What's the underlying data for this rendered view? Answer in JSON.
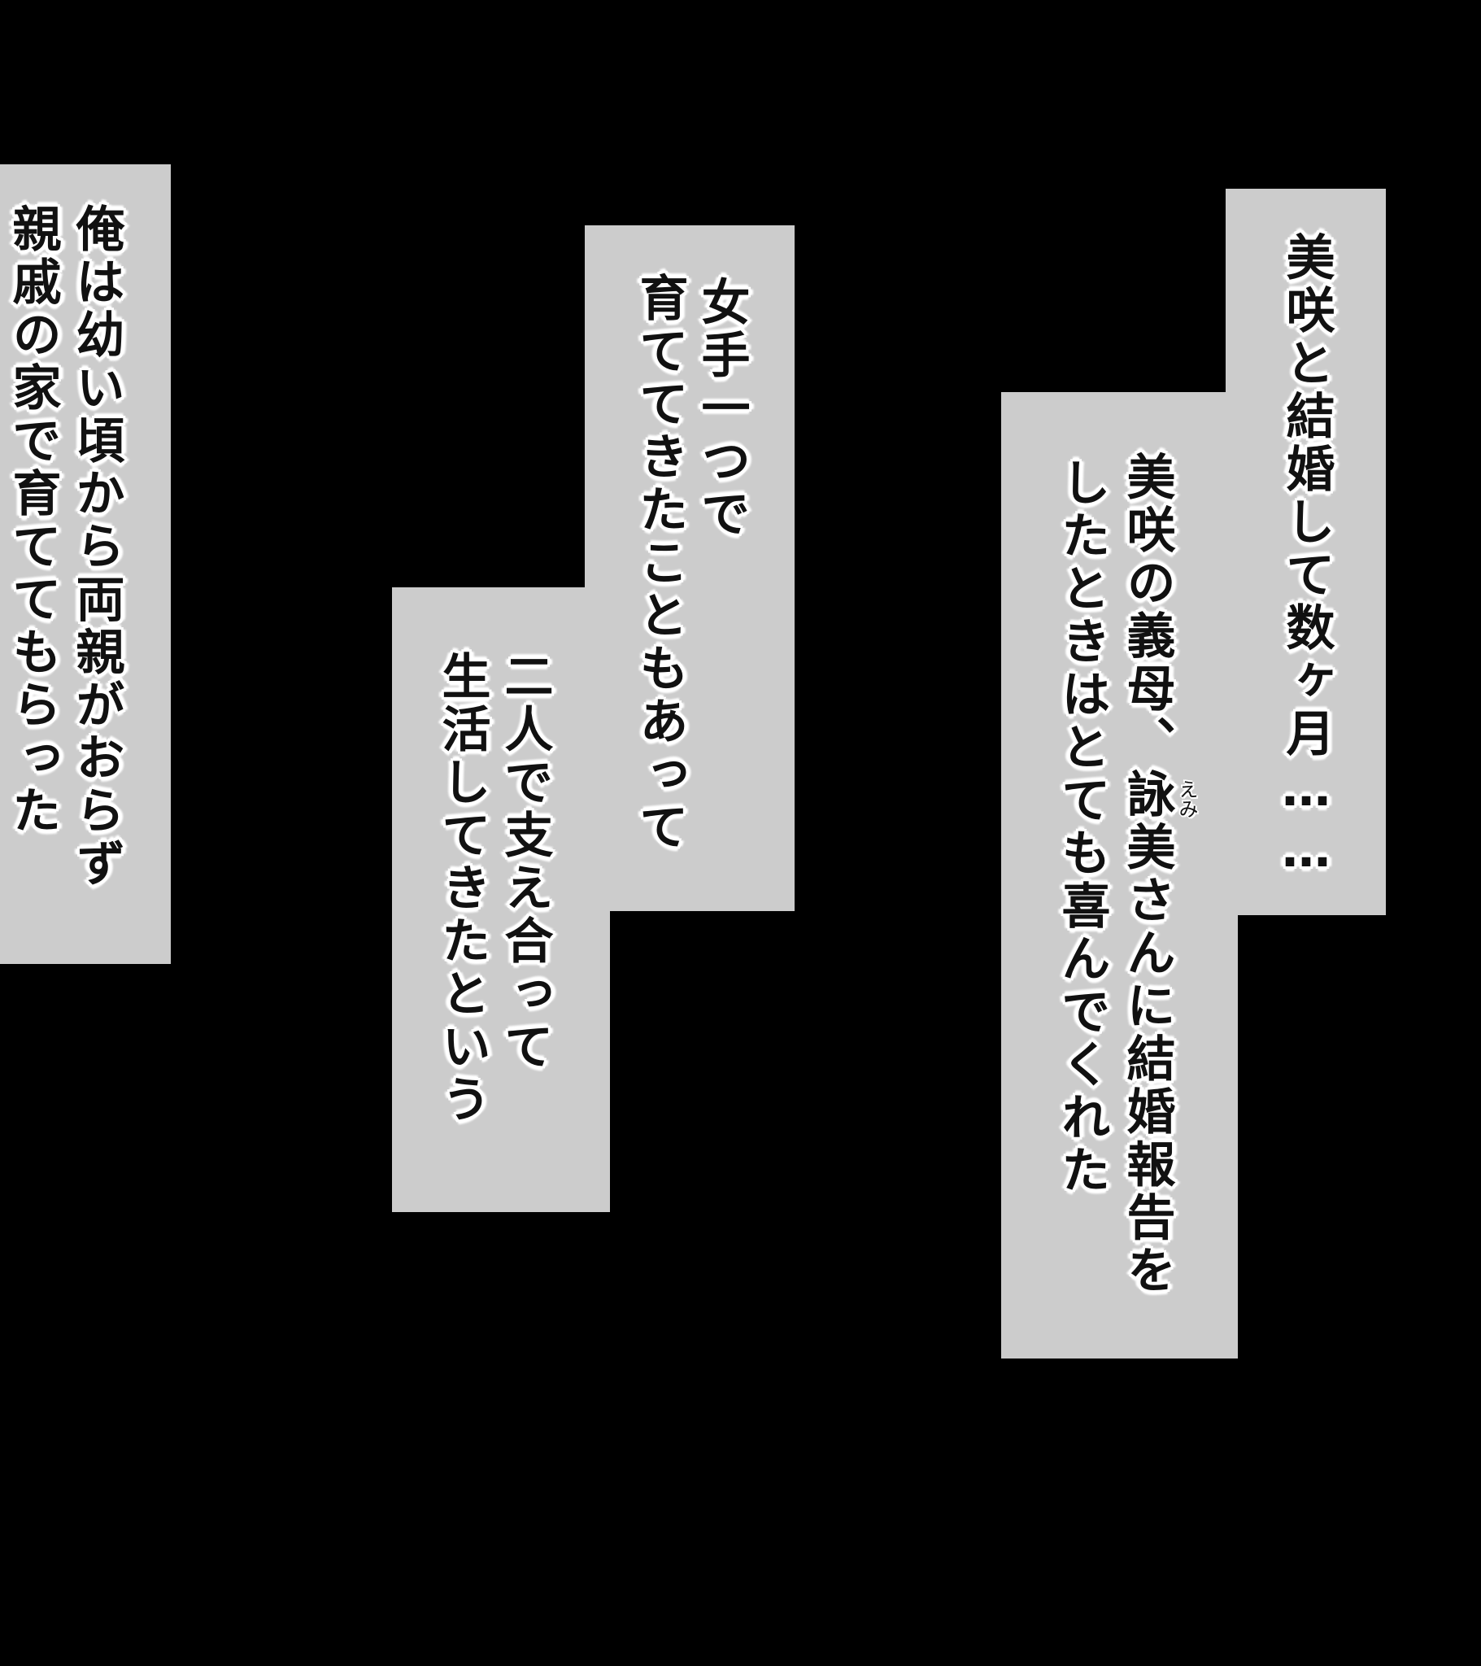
{
  "background_color": "#000000",
  "box_color": "#cccccc",
  "captions": {
    "right_upper": {
      "lines": [
        "美咲と結婚して数ヶ月……"
      ]
    },
    "right_lower": {
      "lines": [
        "美咲の義母、詠美さんに結婚報告を",
        "したときはとても喜んでくれた"
      ],
      "ruby": {
        "base": "詠美",
        "reading": "えみ"
      }
    },
    "middle_upper": {
      "lines": [
        "女手一つで",
        "育ててきたこともあって"
      ]
    },
    "middle_lower": {
      "lines": [
        "二人で支え合って",
        "生活してきたという"
      ]
    },
    "left": {
      "lines": [
        "俺は幼い頃から両親がおらず",
        "親戚の家で育ててもらった"
      ]
    }
  }
}
